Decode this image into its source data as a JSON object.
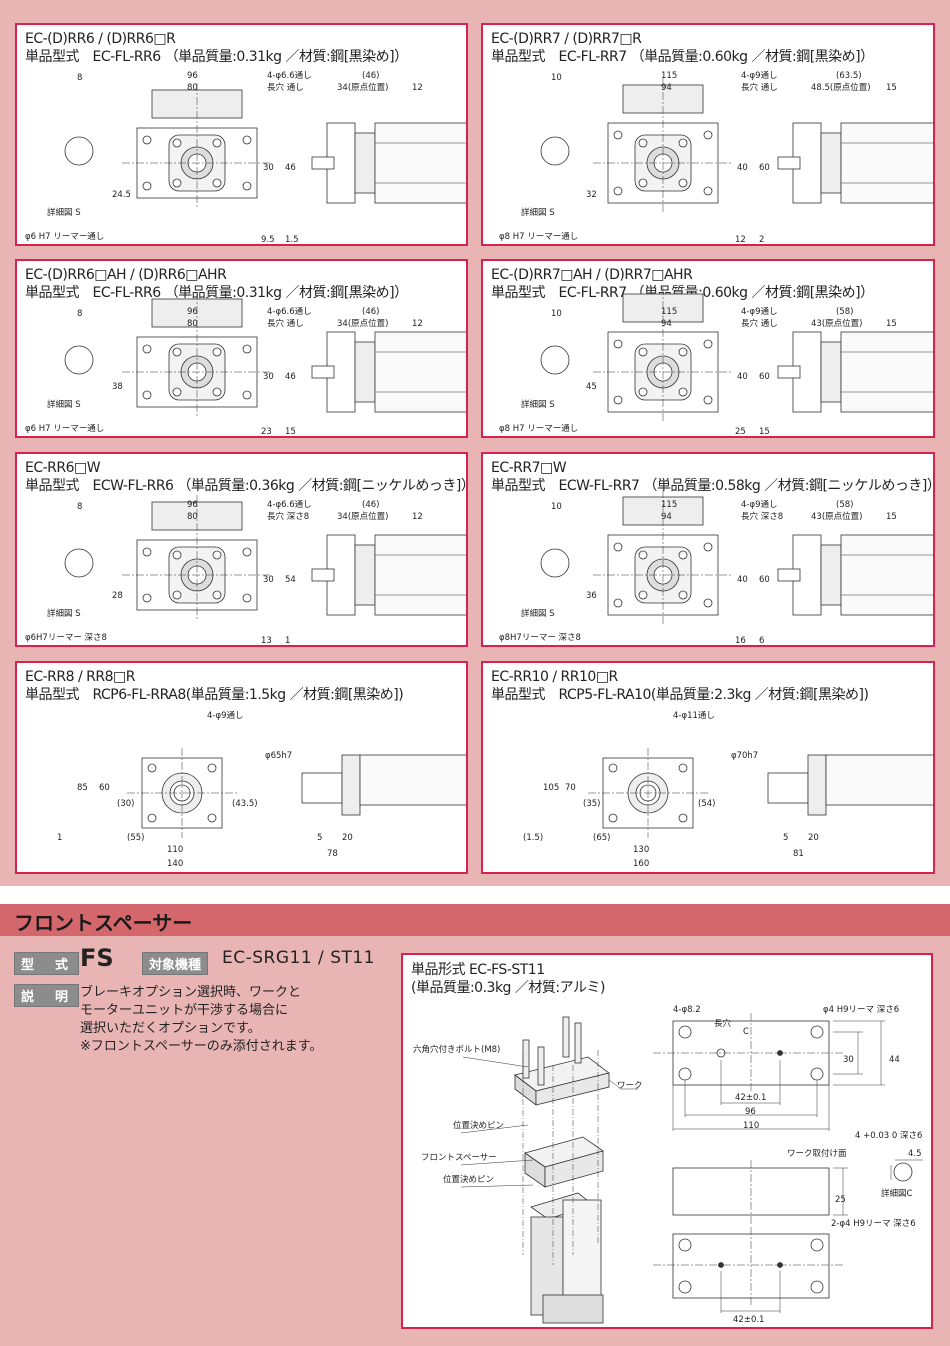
{
  "panels": [
    {
      "title": "EC-(D)RR6 / (D)RR6□R",
      "spec": "単品型式　EC-FL-RR6 （単品質量:0.31kg ／材質:鋼[黒染め]）",
      "labels": [
        "8",
        "詳細図 S",
        "96",
        "80",
        "4-φ6.6通し",
        "長穴 通し",
        "(46)",
        "34(原点位置)",
        "12",
        "30",
        "46",
        "24.5",
        "9.5",
        "1.5",
        "φ6 H7 リーマー通し"
      ]
    },
    {
      "title": "EC-(D)RR7 / (D)RR7□R",
      "spec": "単品型式　EC-FL-RR7 （単品質量:0.60kg ／材質:鋼[黒染め]）",
      "labels": [
        "10",
        "詳細図 S",
        "115",
        "94",
        "4-φ9通し",
        "長穴 通し",
        "(63.5)",
        "48.5(原点位置)",
        "15",
        "40",
        "60",
        "32",
        "12",
        "2",
        "φ8 H7 リーマー通し"
      ]
    },
    {
      "title": "EC-(D)RR6□AH / (D)RR6□AHR",
      "spec": "単品型式　EC-FL-RR6 （単品質量:0.31kg ／材質:鋼[黒染め]）",
      "labels": [
        "8",
        "詳細図 S",
        "96",
        "80",
        "4-φ6.6通し",
        "長穴 通し",
        "(46)",
        "34(原点位置)",
        "12",
        "30",
        "46",
        "38",
        "23",
        "15",
        "φ6 H7 リーマー通し"
      ]
    },
    {
      "title": "EC-(D)RR7□AH / (D)RR7□AHR",
      "spec": "単品型式　EC-FL-RR7 （単品質量:0.60kg ／材質:鋼[黒染め]）",
      "labels": [
        "10",
        "詳細図 S",
        "115",
        "94",
        "4-φ9通し",
        "長穴 通し",
        "(58)",
        "43(原点位置)",
        "15",
        "40",
        "60",
        "45",
        "25",
        "15",
        "φ8 H7 リーマー通し"
      ]
    },
    {
      "title": "EC-RR6□W",
      "spec": "単品型式　ECW-FL-RR6 （単品質量:0.36kg ／材質:鋼[ニッケルめっき]）",
      "labels": [
        "8",
        "詳細図 S",
        "96",
        "80",
        "4-φ6.6通し",
        "長穴 深さ8",
        "(46)",
        "34(原点位置)",
        "12",
        "30",
        "54",
        "28",
        "13",
        "1",
        "φ6H7リーマー 深さ8"
      ]
    },
    {
      "title": "EC-RR7□W",
      "spec": "単品型式　ECW-FL-RR7 （単品質量:0.58kg ／材質:鋼[ニッケルめっき]）",
      "labels": [
        "10",
        "詳細図 S",
        "115",
        "94",
        "4-φ9通し",
        "長穴 深さ8",
        "(58)",
        "43(原点位置)",
        "15",
        "40",
        "60",
        "36",
        "16",
        "6",
        "φ8H7リーマー 深さ8"
      ]
    },
    {
      "title": "EC-RR8 / RR8□R",
      "spec": "単品型式　RCP6-FL-RRA8(単品質量:1.5kg ／材質:鋼[黒染め])",
      "labels": [
        "4-φ9通し",
        "85",
        "60",
        "(30)",
        "(43.5)",
        "(55)",
        "110",
        "140",
        "1",
        "φ65h7",
        "5",
        "20",
        "78"
      ]
    },
    {
      "title": "EC-RR10 / RR10□R",
      "spec": "単品型式　RCP5-FL-RA10(単品質量:2.3kg ／材質:鋼[黒染め])",
      "labels": [
        "4-φ11通し",
        "105",
        "70",
        "(35)",
        "(54)",
        "(65)",
        "130",
        "160",
        "(1.5)",
        "φ70h7",
        "5",
        "20",
        "81"
      ]
    }
  ],
  "fs": {
    "section_title": "フロントスペーサー",
    "model_tag": "型　式",
    "model": "FS",
    "target_tag": "対象機種",
    "target": "EC-SRG11 / ST11",
    "desc_tag": "説　明",
    "desc": [
      "ブレーキオプション選択時、ワークと",
      "モーターユニットが干渉する場合に",
      "選択いただくオプションです。",
      "※フロントスペーサーのみ添付されます。"
    ],
    "panel_title": "単品形式 EC-FS-ST11",
    "panel_spec": "(単品質量:0.3kg ／材質:アルミ)",
    "labels": [
      "六角穴付きボルト(M8)",
      "ワーク",
      "位置決めピン",
      "フロントスペーサー",
      "位置決めピン",
      "4-φ8.2",
      "長穴",
      "C",
      "φ4 H9リーマ 深さ6",
      "30",
      "44",
      "42±0.1",
      "96",
      "110",
      "ワーク取付け面",
      "4 +0.03 0 深さ6",
      "4.5",
      "詳細図C",
      "25",
      "2-φ4 H9リーマ 深さ6",
      "42±0.1"
    ]
  }
}
